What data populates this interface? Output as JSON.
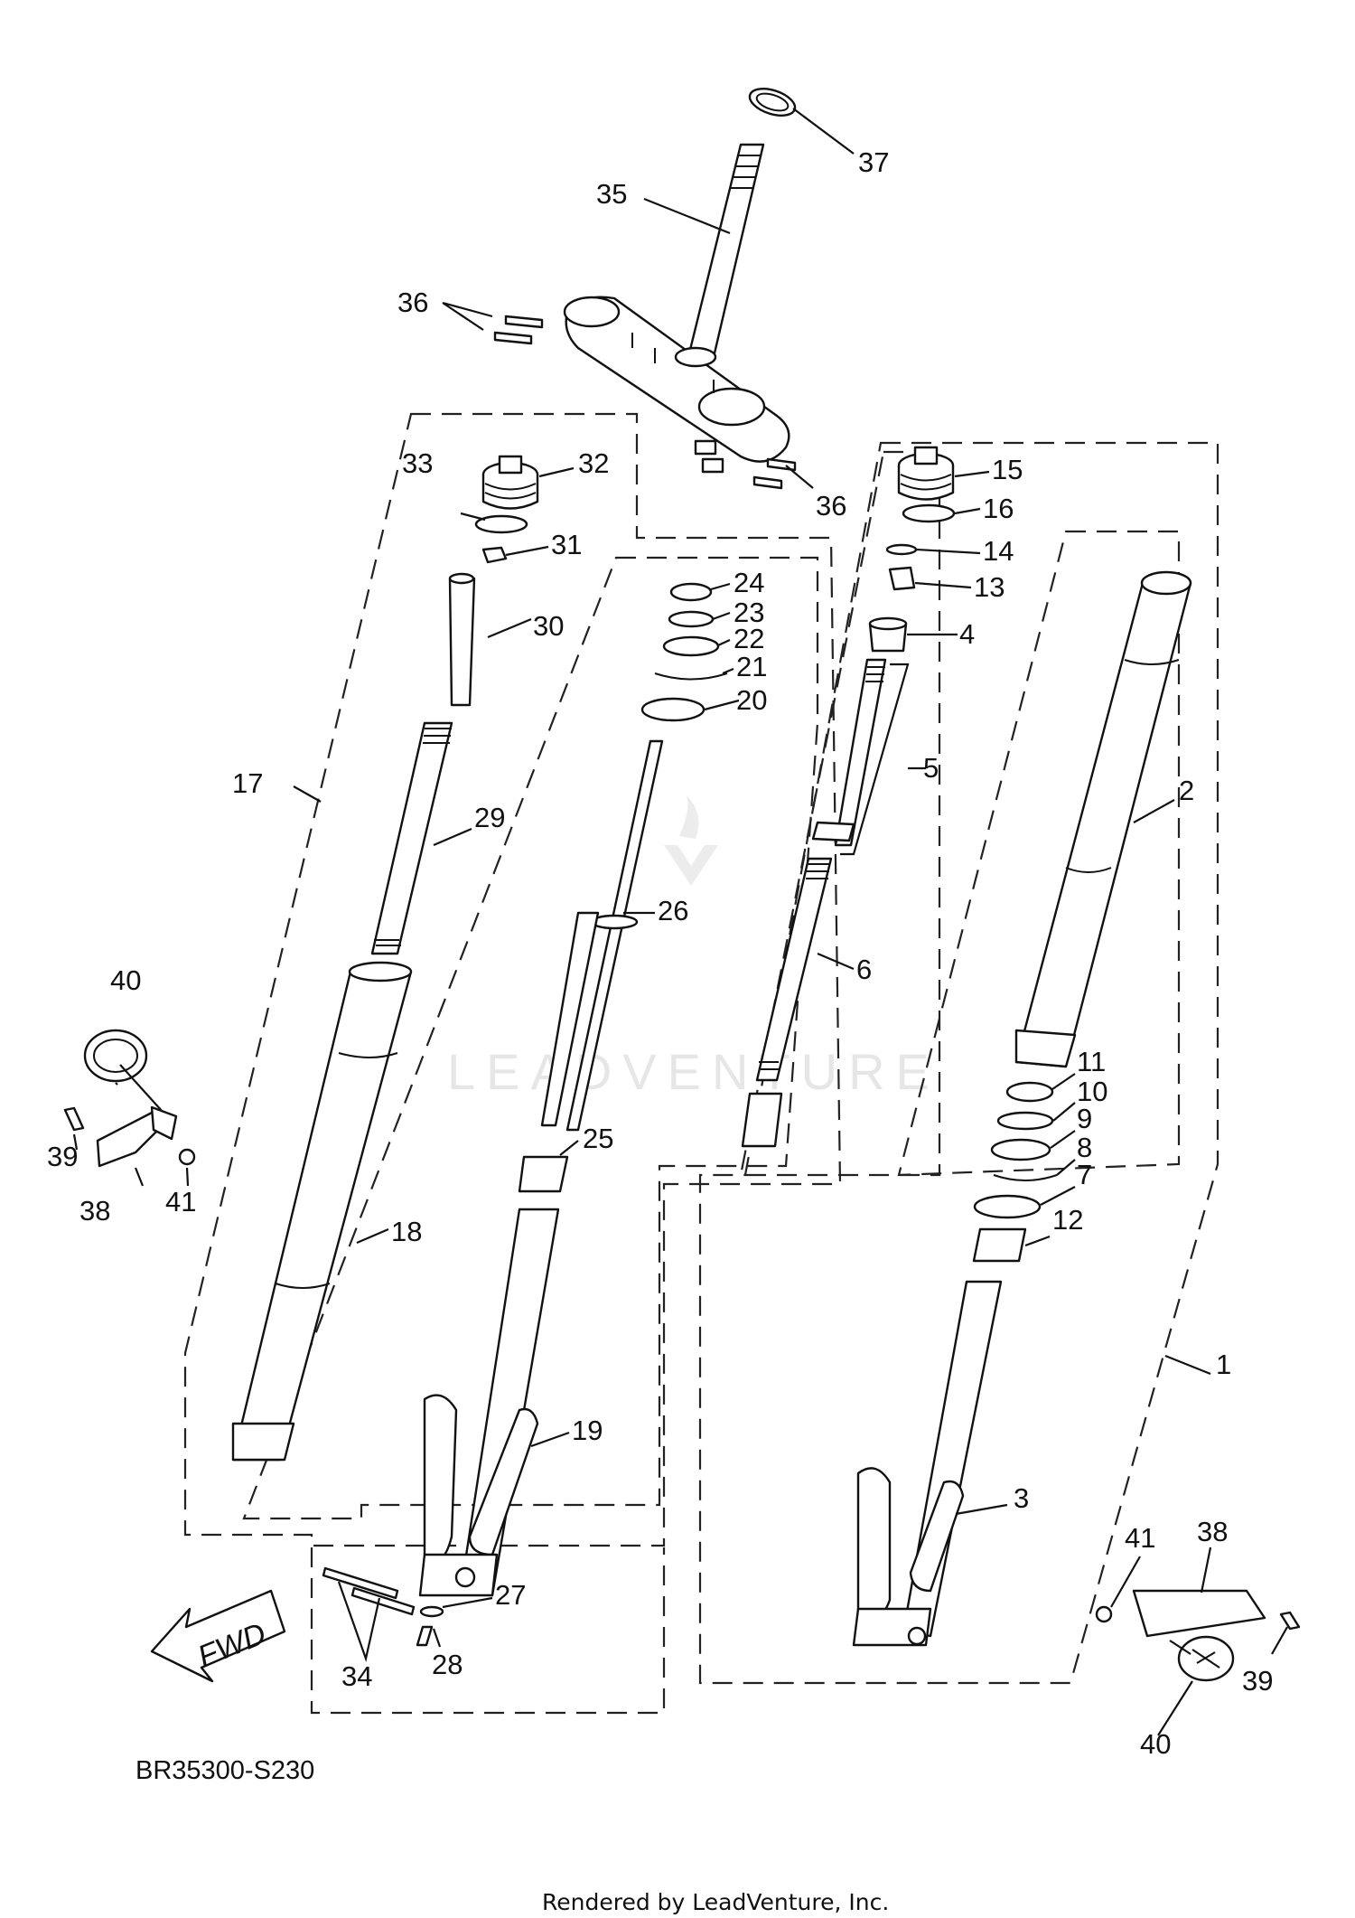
{
  "diagram": {
    "code": "BR35300-S230",
    "rendered_by": "Rendered by LeadVenture, Inc.",
    "watermark": "LEADVENTURE",
    "fwd_label": "FWD",
    "callouts": [
      "1",
      "2",
      "3",
      "4",
      "5",
      "6",
      "7",
      "8",
      "9",
      "10",
      "11",
      "12",
      "13",
      "14",
      "15",
      "16",
      "17",
      "18",
      "19",
      "20",
      "21",
      "22",
      "23",
      "24",
      "25",
      "26",
      "27",
      "28",
      "29",
      "30",
      "31",
      "32",
      "33",
      "34",
      "35",
      "36",
      "37",
      "38",
      "39",
      "40",
      "41"
    ]
  }
}
